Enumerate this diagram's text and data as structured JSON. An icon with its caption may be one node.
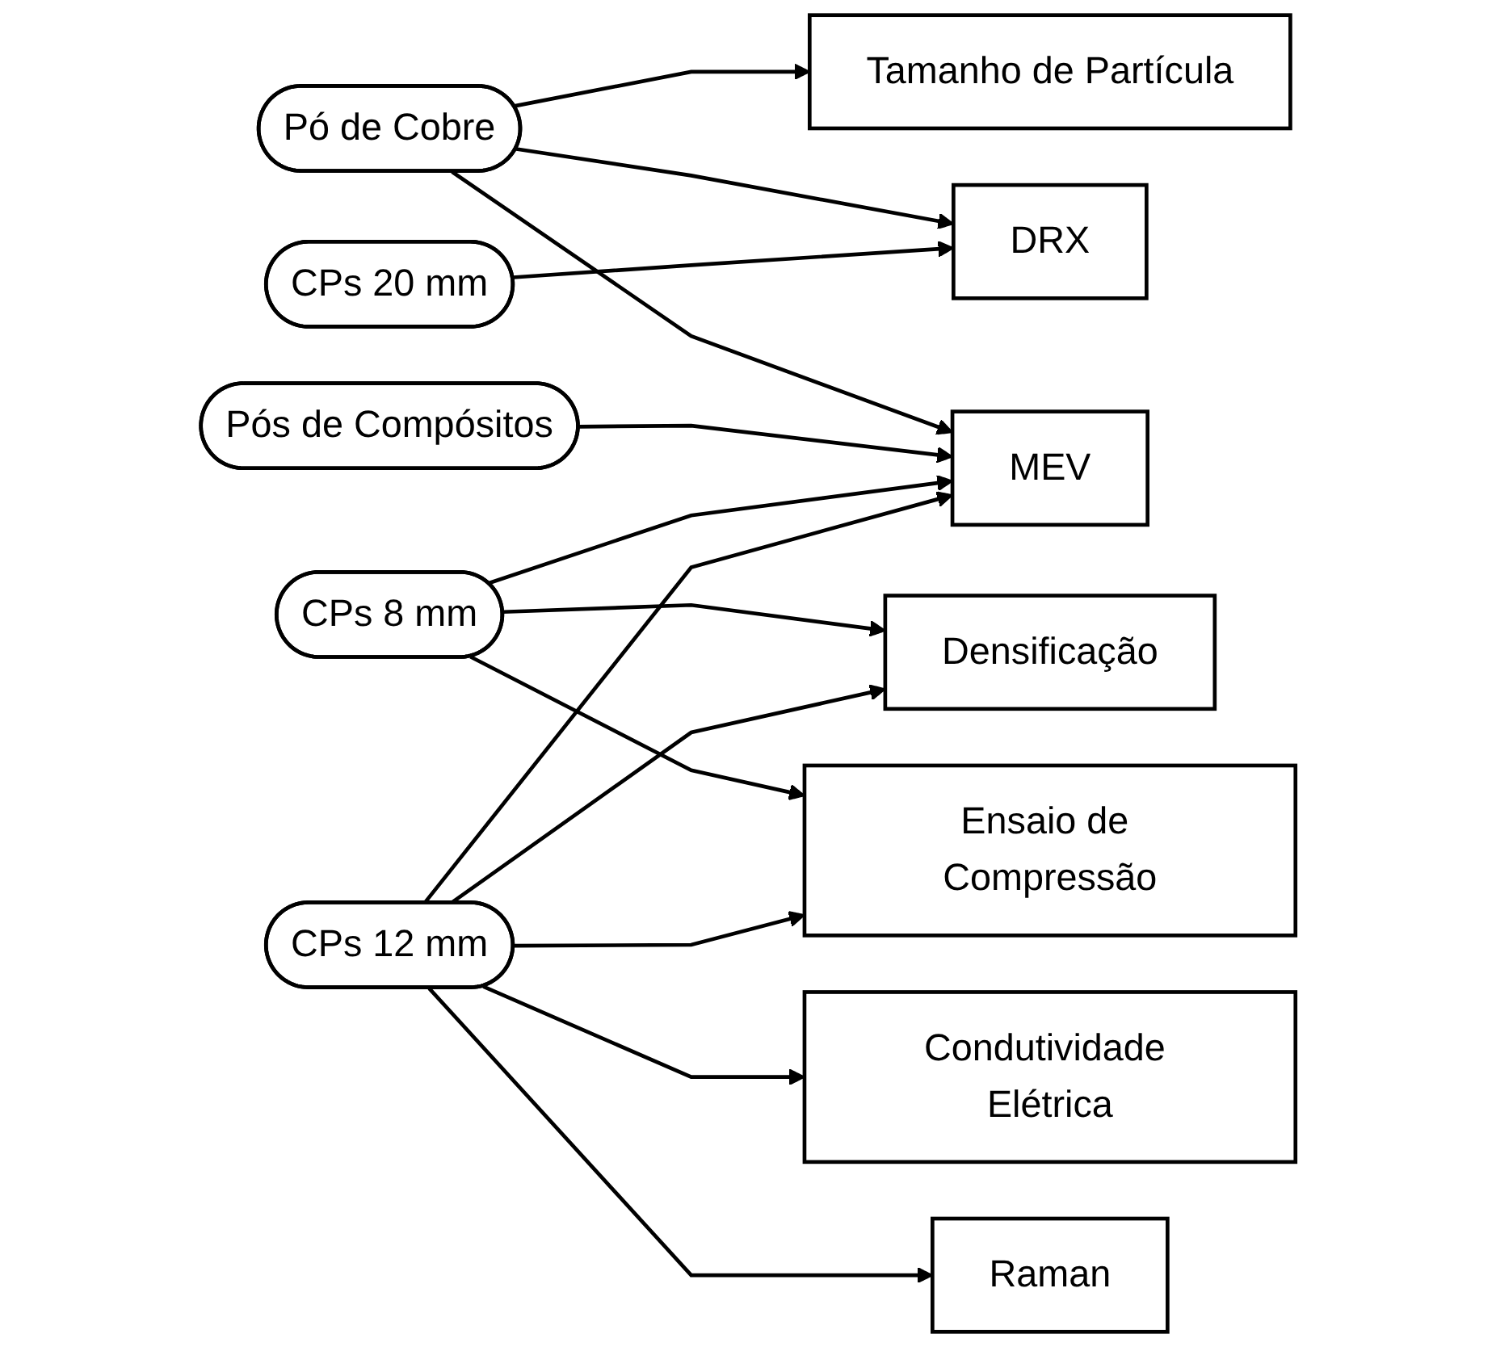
{
  "diagram": {
    "nodes": [
      {
        "text": [
          "Pó de Cobre"
        ]
      },
      {
        "text": [
          "Pós de Compósitos"
        ]
      },
      {
        "text": [
          "CPs 8 mm"
        ]
      },
      {
        "text": [
          "Tamanho de Partícula"
        ]
      },
      {
        "text": [
          "DRX"
        ]
      },
      {
        "text": [
          "MEV"
        ]
      },
      {
        "text": [
          "Densificação"
        ]
      },
      {
        "text": [
          "Condutividade Elétrica"
        ]
      },
      {
        "text": [
          "Ensaio de Compressão"
        ]
      },
      {
        "text": [
          "Raman"
        ]
      },
      {
        "text": [
          "CPs 20 mm"
        ]
      },
      {
        "text": [
          "CPs 12 mm"
        ]
      }
    ],
    "edges": [
      {
        "from": 0,
        "to": 3,
        "arrow": "to"
      },
      {
        "from": 0,
        "to": 4,
        "arrow": "to"
      },
      {
        "from": 0,
        "to": 5,
        "arrow": "to"
      },
      {
        "from": 1,
        "to": 5,
        "arrow": "to"
      },
      {
        "from": 2,
        "to": 5,
        "arrow": "to"
      },
      {
        "from": 2,
        "to": 6,
        "arrow": "to"
      },
      {
        "from": 2,
        "to": 8,
        "arrow": "to"
      },
      {
        "from": 10,
        "to": 4,
        "arrow": "to"
      },
      {
        "from": 11,
        "to": 5,
        "arrow": "to"
      },
      {
        "from": 11,
        "to": 6,
        "arrow": "to"
      },
      {
        "from": 11,
        "to": 7,
        "arrow": "to"
      },
      {
        "from": 11,
        "to": 8,
        "arrow": "to"
      },
      {
        "from": 11,
        "to": 9,
        "arrow": "to"
      }
    ]
  }
}
